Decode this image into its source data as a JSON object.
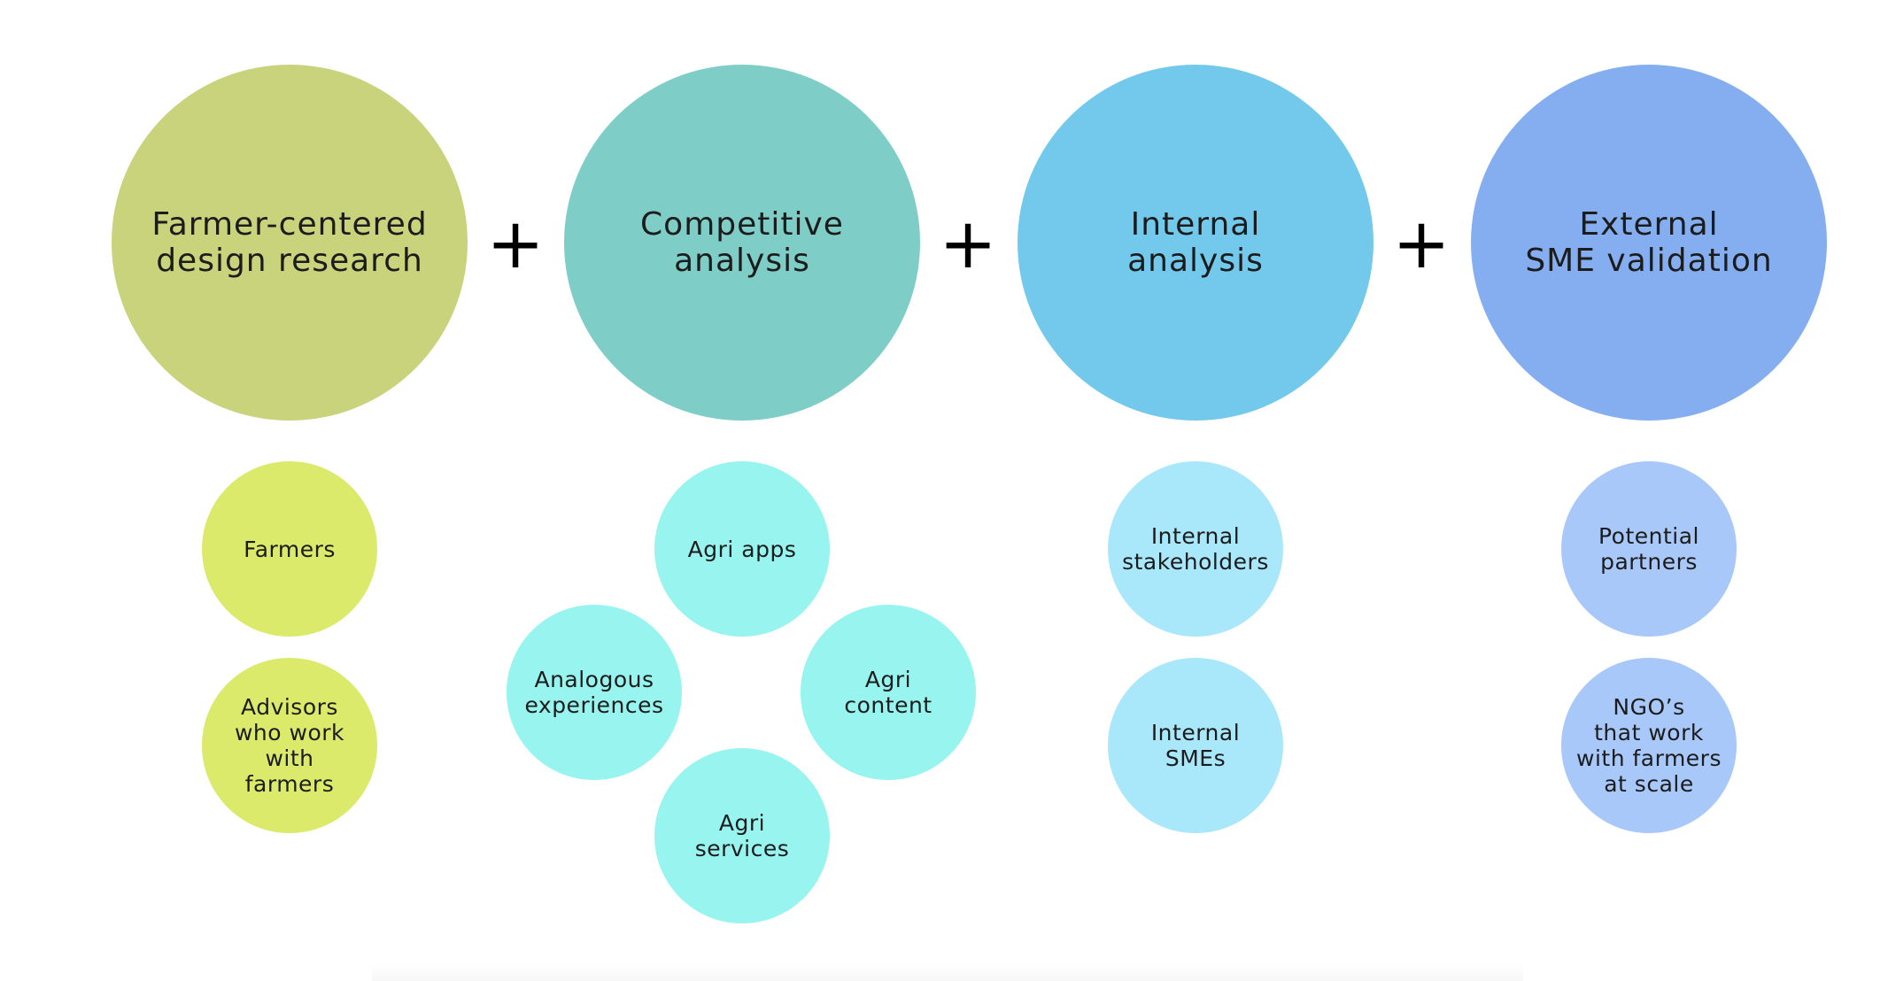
{
  "colors": {
    "group1_big": "#c8d37c",
    "group1_small": "#dcea6c",
    "group2_big": "#7ecdc6",
    "group2_small": "#97f4ef",
    "group3_big": "#72c9eb",
    "group3_small": "#a9e7fa",
    "group4_big": "#85aef0",
    "group4_small": "#a9c8fa"
  },
  "operator": "+",
  "groups": [
    {
      "title": "Farmer-centered\ndesign research",
      "items": [
        "Farmers",
        "Advisors\nwho work\nwith\nfarmers"
      ]
    },
    {
      "title": "Competitive\nanalysis",
      "items": [
        "Agri apps",
        "Analogous\nexperiences",
        "Agri\ncontent",
        "Agri\nservices"
      ]
    },
    {
      "title": "Internal\nanalysis",
      "items": [
        "Internal\nstakeholders",
        "Internal\nSMEs"
      ]
    },
    {
      "title": "External\nSME validation",
      "items": [
        "Potential\npartners",
        "NGO’s\nthat work\nwith farmers\nat scale"
      ]
    }
  ]
}
